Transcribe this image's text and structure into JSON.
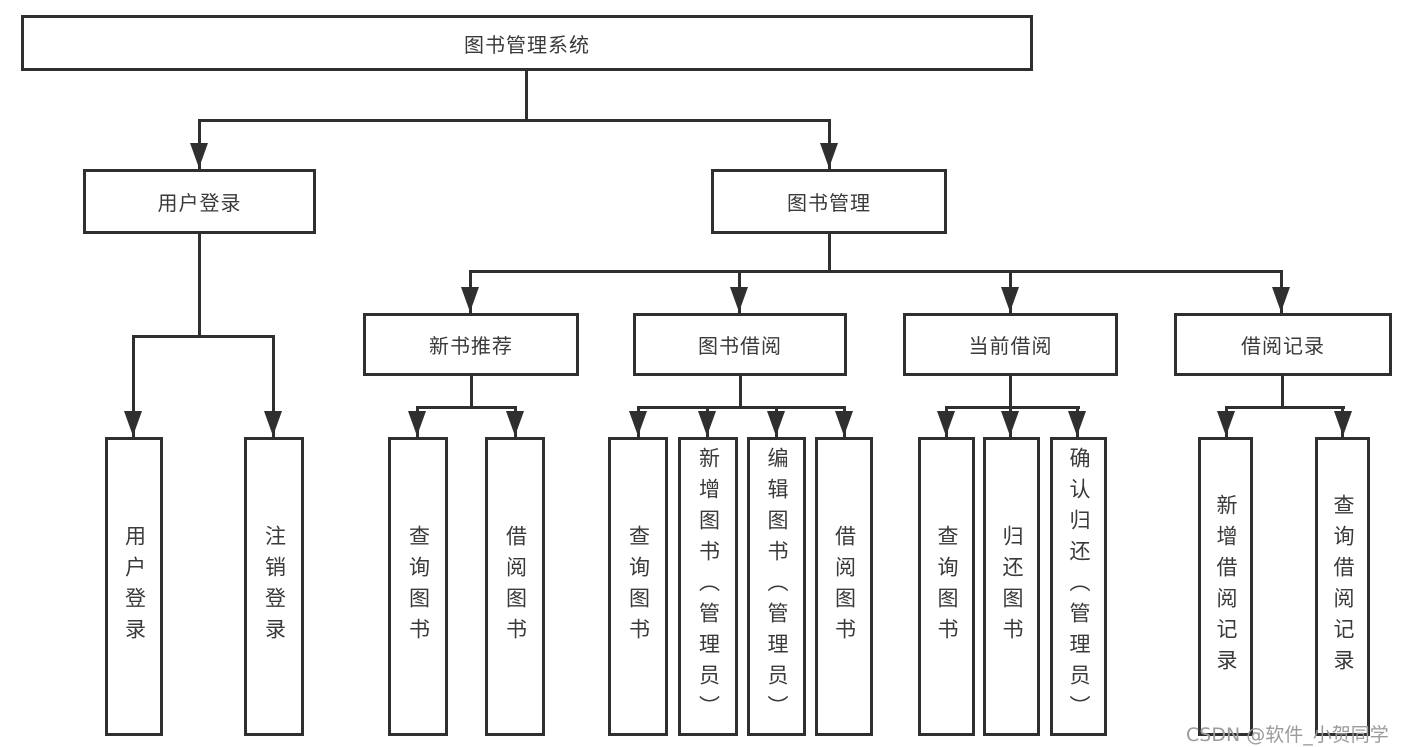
{
  "diagram": {
    "root": {
      "label": "图书管理系统"
    },
    "level2": [
      {
        "label": "用户登录",
        "parent": "图书管理系统"
      },
      {
        "label": "图书管理",
        "parent": "图书管理系统"
      }
    ],
    "level3": [
      {
        "label": "新书推荐",
        "parent": "图书管理"
      },
      {
        "label": "图书借阅",
        "parent": "图书管理"
      },
      {
        "label": "当前借阅",
        "parent": "图书管理"
      },
      {
        "label": "借阅记录",
        "parent": "图书管理"
      }
    ],
    "leaves": [
      {
        "label": "用户登录",
        "parent": "用户登录"
      },
      {
        "label": "注销登录",
        "parent": "用户登录"
      },
      {
        "label": "查询图书",
        "parent": "新书推荐"
      },
      {
        "label": "借阅图书",
        "parent": "新书推荐"
      },
      {
        "label": "查询图书",
        "parent": "图书借阅"
      },
      {
        "label": "新增图书（管理员）",
        "parent": "图书借阅"
      },
      {
        "label": "编辑图书（管理员）",
        "parent": "图书借阅"
      },
      {
        "label": "借阅图书",
        "parent": "图书借阅"
      },
      {
        "label": "查询图书",
        "parent": "当前借阅"
      },
      {
        "label": "归还图书",
        "parent": "当前借阅"
      },
      {
        "label": "确认归还（管理员）",
        "parent": "当前借阅"
      },
      {
        "label": "新增借阅记录",
        "parent": "借阅记录"
      },
      {
        "label": "查询借阅记录",
        "parent": "借阅记录"
      }
    ]
  },
  "watermark": {
    "text": "CSDN @软件_小贺同学"
  },
  "colors": {
    "line": "#2f2f2f",
    "node_border": "#2f2f2f",
    "text": "#3a3a3a",
    "background": "#ffffff",
    "watermark": "#9b9b9b"
  }
}
